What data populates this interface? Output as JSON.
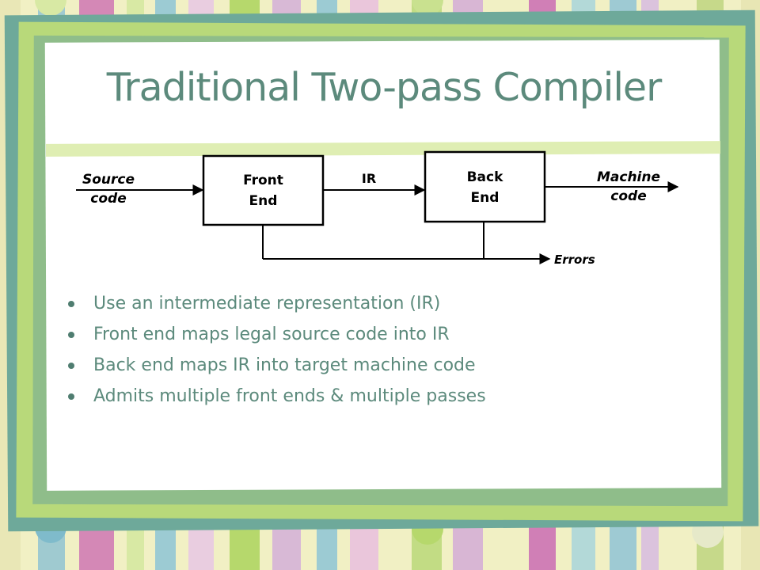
{
  "slide": {
    "title": "Traditional Two-pass Compiler"
  },
  "diagram": {
    "source_label_line1": "Source",
    "source_label_line2": "code",
    "front_end_line1": "Front",
    "front_end_line2": "End",
    "ir_label": "IR",
    "back_end_line1": "Back",
    "back_end_line2": "End",
    "machine_label_line1": "Machine",
    "machine_label_line2": "code",
    "errors_label": "Errors"
  },
  "bullets": [
    "Use an intermediate representation (IR)",
    "Front end maps legal source code into IR",
    "Back end maps IR into target machine code",
    "Admits multiple front ends & multiple passes"
  ],
  "colors": {
    "title_text": "#5c8a7c",
    "frame_teal": "#6ea99a",
    "frame_green": "#b8d97a",
    "background": "#f1f0c4"
  }
}
